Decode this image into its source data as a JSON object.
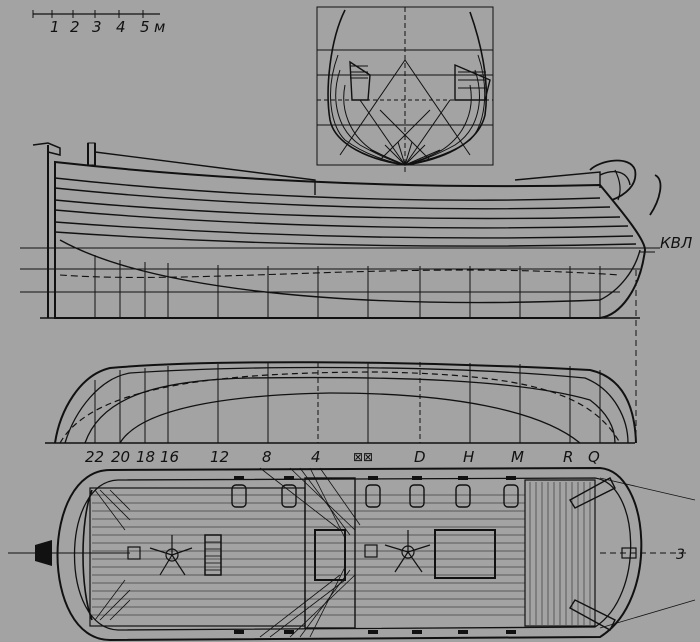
{
  "scale_bar": {
    "ticks": [
      "1",
      "2",
      "3",
      "4",
      "5"
    ],
    "unit": "м"
  },
  "waterline_label": "КВЛ",
  "frame_labels": [
    "22",
    "20",
    "18",
    "16",
    "12",
    "8",
    "4",
    "D",
    "H",
    "M",
    "R",
    "Q"
  ],
  "frame_midship_mark": "⊠⊠",
  "bow_marker": "3",
  "colors": {
    "background": "#a3a3a3",
    "ink": "#111111"
  }
}
